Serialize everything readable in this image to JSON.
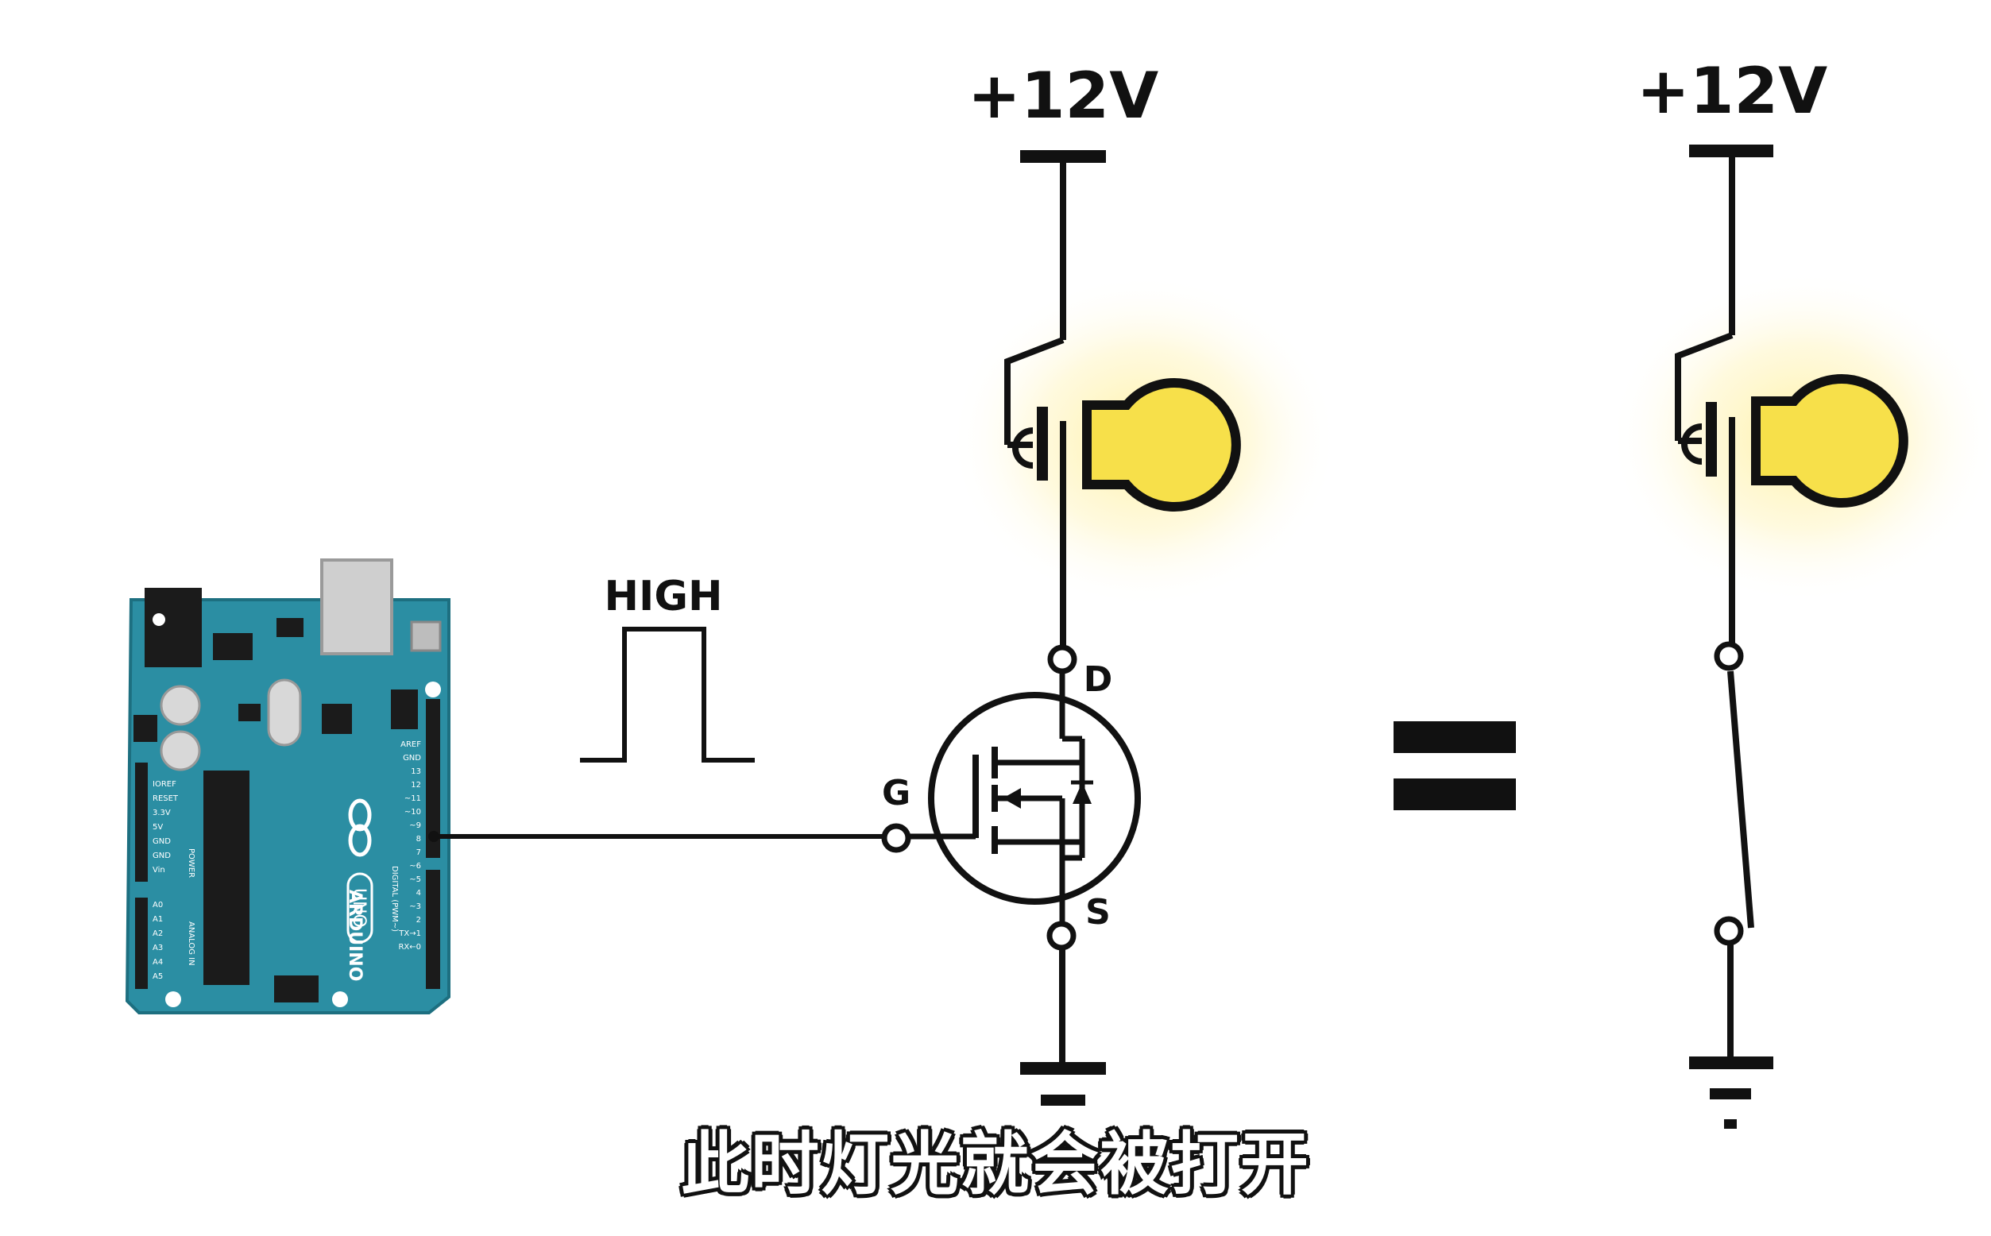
{
  "diagram": {
    "supply_label_left": "+12V",
    "supply_label_right": "+12V",
    "signal_label": "HIGH",
    "pin_gate": "G",
    "pin_drain": "D",
    "pin_source": "S",
    "equals_sign": "=",
    "board": {
      "name": "ARDUINO",
      "model": "UNO",
      "power_pins": [
        "IOREF",
        "RESET",
        "3.3V",
        "5V",
        "GND",
        "GND",
        "Vin"
      ],
      "analog_pins": [
        "A0",
        "A1",
        "A2",
        "A3",
        "A4",
        "A5"
      ],
      "digital_pins": [
        "AREF",
        "GND",
        "13",
        "12",
        "~11",
        "~10",
        "~9",
        "8",
        "7",
        "~6",
        "~5",
        "4",
        "~3",
        "2",
        "TX→1",
        "RX←0"
      ],
      "section_power": "POWER",
      "section_analog": "ANALOG IN",
      "section_digital": "DIGITAL (PWM~)"
    },
    "colors": {
      "board": "#2b8ea3",
      "bulb": "#f7e04a",
      "glow": "#fff3b0",
      "wire": "#111111"
    }
  },
  "caption": "此时灯光就会被打开"
}
